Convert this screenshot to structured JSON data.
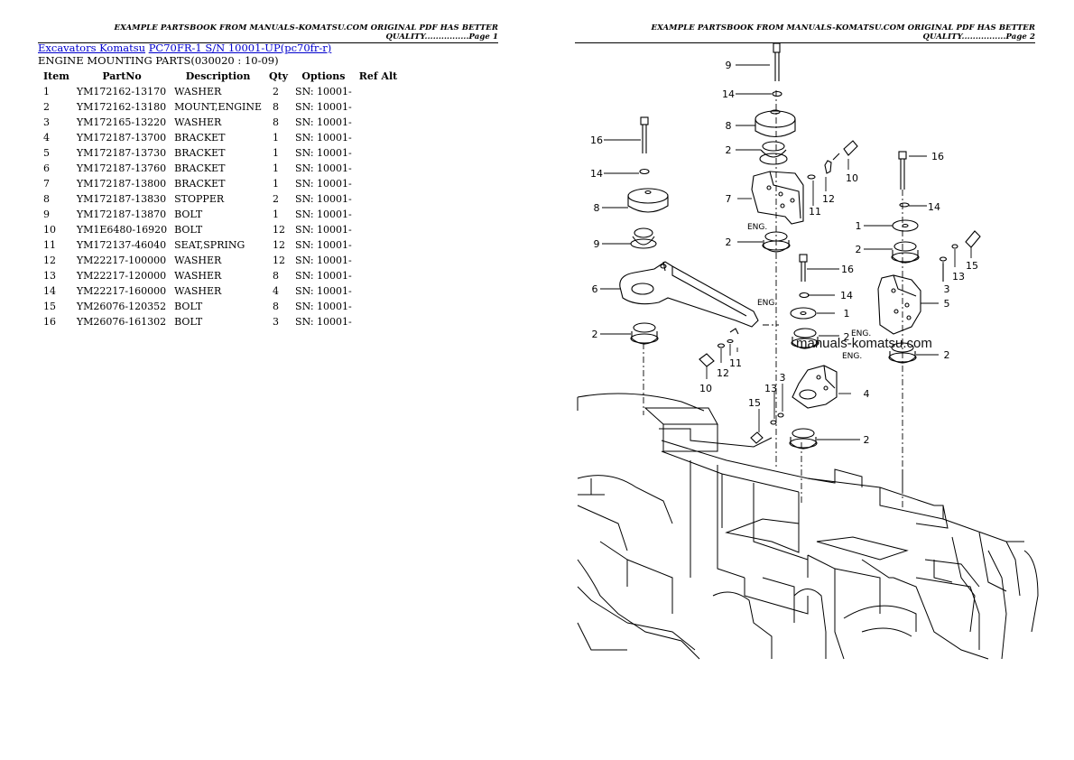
{
  "pages": [
    {
      "header": "EXAMPLE PARTSBOOK FROM MANUALS-KOMATSU.COM ORIGINAL PDF HAS BETTER QUALITY................Page 1"
    },
    {
      "header": "EXAMPLE PARTSBOOK FROM MANUALS-KOMATSU.COM ORIGINAL PDF HAS BETTER QUALITY................Page 2"
    }
  ],
  "breadcrumb": {
    "category": "Excavators Komatsu",
    "model": "PC70FR-1 S/N 10001-UP(pc70fr-r)"
  },
  "section_title": "ENGINE MOUNTING PARTS(030020 : 10-09)",
  "table": {
    "headers": [
      "Item",
      "PartNo",
      "Description",
      "Qty",
      "Options",
      "Ref Alt"
    ],
    "rows": [
      [
        "1",
        "YM172162-13170",
        "WASHER",
        "2",
        "SN: 10001-",
        ""
      ],
      [
        "2",
        "YM172162-13180",
        "MOUNT,ENGINE",
        "8",
        "SN: 10001-",
        ""
      ],
      [
        "3",
        "YM172165-13220",
        "WASHER",
        "8",
        "SN: 10001-",
        ""
      ],
      [
        "4",
        "YM172187-13700",
        "BRACKET",
        "1",
        "SN: 10001-",
        ""
      ],
      [
        "5",
        "YM172187-13730",
        "BRACKET",
        "1",
        "SN: 10001-",
        ""
      ],
      [
        "6",
        "YM172187-13760",
        "BRACKET",
        "1",
        "SN: 10001-",
        ""
      ],
      [
        "7",
        "YM172187-13800",
        "BRACKET",
        "1",
        "SN: 10001-",
        ""
      ],
      [
        "8",
        "YM172187-13830",
        "STOPPER",
        "2",
        "SN: 10001-",
        ""
      ],
      [
        "9",
        "YM172187-13870",
        "BOLT",
        "1",
        "SN: 10001-",
        ""
      ],
      [
        "10",
        "YM1E6480-16920",
        "BOLT",
        "12",
        "SN: 10001-",
        ""
      ],
      [
        "11",
        "YM172137-46040",
        "SEAT,SPRING",
        "12",
        "SN: 10001-",
        ""
      ],
      [
        "12",
        "YM22217-100000",
        "WASHER",
        "12",
        "SN: 10001-",
        ""
      ],
      [
        "13",
        "YM22217-120000",
        "WASHER",
        "8",
        "SN: 10001-",
        ""
      ],
      [
        "14",
        "YM22217-160000",
        "WASHER",
        "4",
        "SN: 10001-",
        ""
      ],
      [
        "15",
        "YM26076-120352",
        "BOLT",
        "8",
        "SN: 10001-",
        ""
      ],
      [
        "16",
        "YM26076-161302",
        "BOLT",
        "3",
        "SN: 10001-",
        ""
      ]
    ]
  },
  "diagram": {
    "watermark": "manuals-komatsu.com",
    "eng_label": "ENG.",
    "callouts": [
      "9",
      "14",
      "8",
      "2",
      "16",
      "14",
      "8",
      "9",
      "6",
      "2",
      "7",
      "2",
      "10",
      "12",
      "11",
      "16",
      "14",
      "1",
      "2",
      "15",
      "13",
      "3",
      "5",
      "2",
      "16",
      "14",
      "1",
      "2",
      "10",
      "12",
      "11",
      "13",
      "15",
      "3",
      "4",
      "2"
    ]
  }
}
